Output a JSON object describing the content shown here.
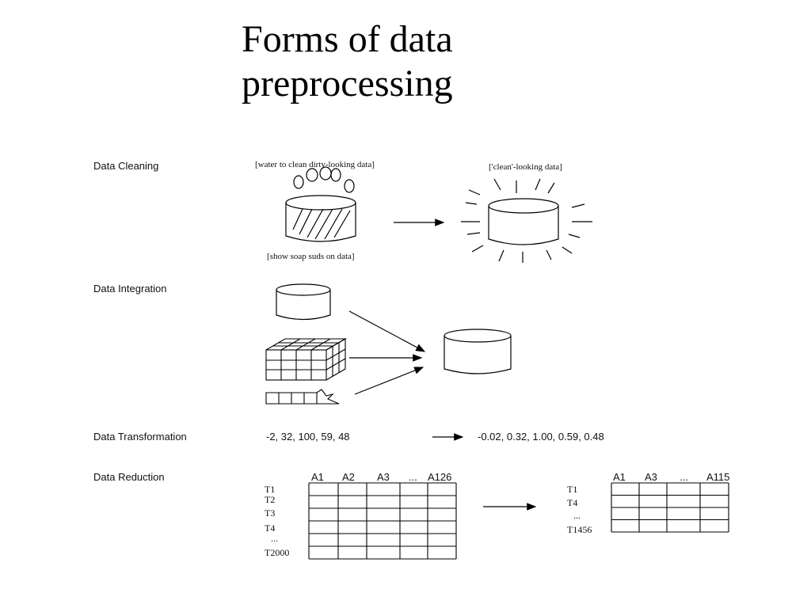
{
  "title": {
    "line1": "Forms of data",
    "line2": "preprocessing"
  },
  "cleaning": {
    "label": "Data Cleaning",
    "note_water": "[water to clean dirty-looking data]",
    "note_clean": "['clean'-looking data]",
    "note_soap": "[show soap suds on data]"
  },
  "integration": {
    "label": "Data Integration"
  },
  "transformation": {
    "label": "Data Transformation",
    "before": "-2, 32, 100, 59, 48",
    "after": "-0.02, 0.32, 1.00, 0.59, 0.48"
  },
  "reduction": {
    "label": "Data Reduction",
    "left_columns": [
      "A1",
      "A2",
      "A3",
      "...",
      "A126"
    ],
    "left_rows": [
      "T1",
      "T2",
      "T3",
      "T4",
      "...",
      "T2000"
    ],
    "right_columns": [
      "A1",
      "A3",
      "...",
      "A115"
    ],
    "right_rows": [
      "T1",
      "T4",
      "...",
      "T1456"
    ]
  }
}
